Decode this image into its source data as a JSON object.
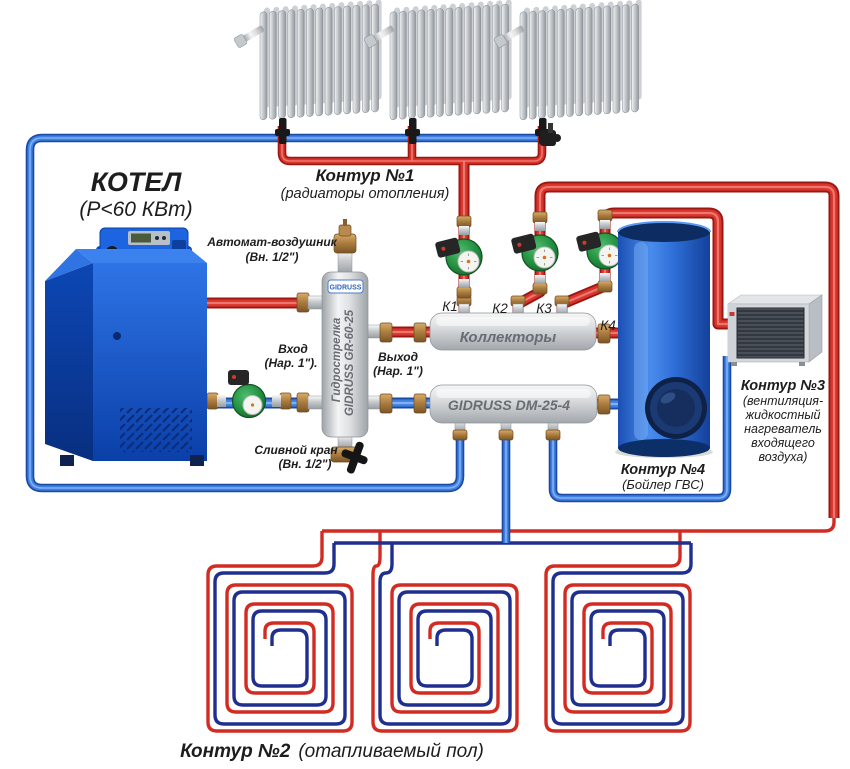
{
  "boiler": {
    "name": "КОТЕЛ",
    "power": "(P<60 КВт)"
  },
  "air_vent": {
    "line1": "Автомат-воздушник",
    "line2": "(Вн. 1/2\")"
  },
  "inlet": {
    "line1": "Вход",
    "line2": "(Нар. 1\")."
  },
  "outlet": {
    "line1": "Выход",
    "line2": "(Нар. 1\")"
  },
  "drain": {
    "line1": "Сливной кран",
    "line2": "(Вн. 1/2\")"
  },
  "separator": {
    "badge": "GIDRUSS",
    "label1": "Гидрострелка",
    "label2": "GIDRUSS GR-60-25"
  },
  "collector": {
    "label": "Коллекторы",
    "ports": [
      "К1",
      "К2",
      "К3",
      "К4"
    ]
  },
  "manifold": {
    "label": "GIDRUSS DM-25-4"
  },
  "circuits": {
    "c1": {
      "title": "Контур №1",
      "subtitle": "(радиаторы отопления)"
    },
    "c2": {
      "title": "Контур №2",
      "subtitle": "(отапливаемый пол)"
    },
    "c3": {
      "title": "Контур №3",
      "subtitle_lines": [
        "(вентиляция-",
        "жидкостный",
        "нагреватель",
        "входящего",
        "воздуха)"
      ]
    },
    "c4": {
      "title": "Контур №4",
      "subtitle": "(Бойлер ГВС)"
    }
  },
  "colors": {
    "supply": "#d8352c",
    "return": "#3f80e2",
    "floor_return": "#1e2f8e",
    "pump": "#2f9e4f"
  },
  "counts": {
    "radiators": 3,
    "floor_loops": 3,
    "pumps": 4
  }
}
